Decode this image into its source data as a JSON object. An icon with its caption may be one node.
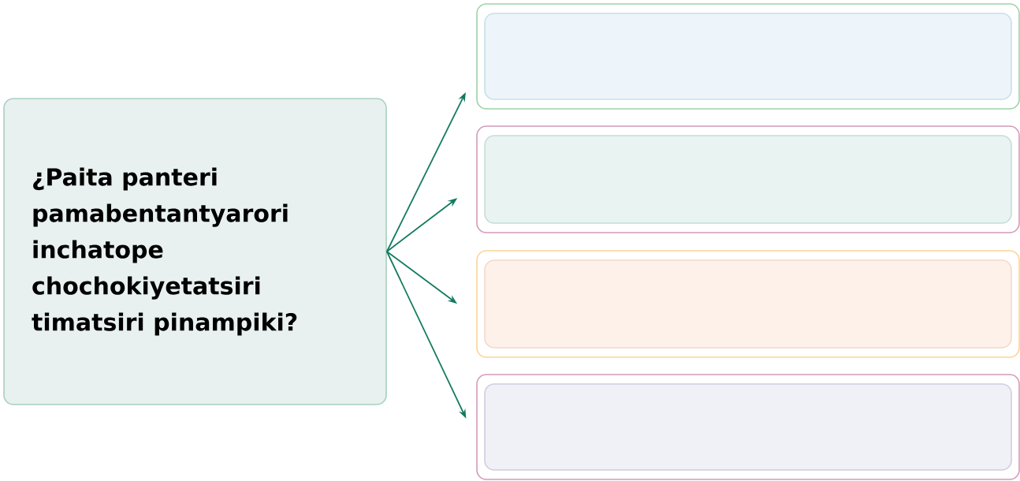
{
  "diagram": {
    "nodes": [
      {
        "text": [
          "¿Paita panteri pamabentantyarori inchatope chochokiyetatsiri timatsiri pinampiki?"
        ]
      },
      {
        "text": [],
        "shape": "box"
      },
      {
        "text": [],
        "shape": "box",
        "in": 1
      },
      {
        "text": [],
        "shape": "box"
      },
      {
        "text": [],
        "shape": "box",
        "in": 3
      },
      {
        "text": [],
        "shape": "box"
      },
      {
        "text": [],
        "shape": "box",
        "in": 5
      },
      {
        "text": [],
        "shape": "box"
      },
      {
        "text": [],
        "shape": "box",
        "in": 7
      }
    ],
    "edges": [
      {
        "from": 0,
        "to": 1,
        "arrow": "to"
      },
      {
        "from": 0,
        "to": 3,
        "arrow": "to"
      },
      {
        "from": 0,
        "to": 5,
        "arrow": "to"
      },
      {
        "from": 0,
        "to": 7,
        "arrow": "to"
      }
    ]
  }
}
